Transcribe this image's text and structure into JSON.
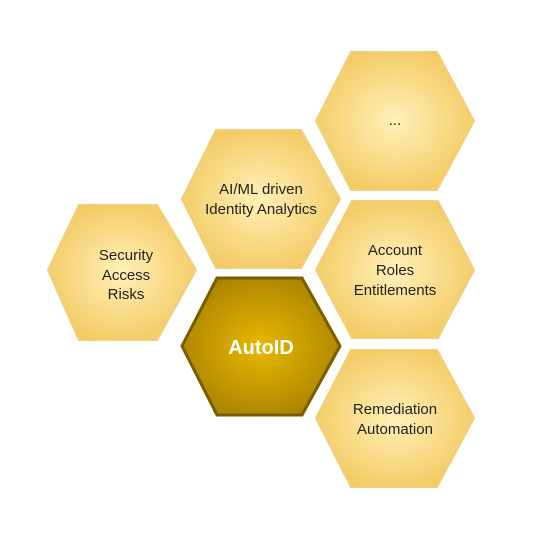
{
  "diagram": {
    "center": {
      "lines": [
        "AutoID"
      ],
      "fill": "#c49a00",
      "stroke": "#7a5c00"
    },
    "hexes": [
      {
        "name": "hex-security",
        "lines": [
          "Security",
          "Access",
          "Risks"
        ]
      },
      {
        "name": "hex-ai-ml",
        "lines": [
          "AI/ML driven",
          "Identity Analytics"
        ]
      },
      {
        "name": "hex-ellipsis",
        "lines": [
          "..."
        ]
      },
      {
        "name": "hex-account",
        "lines": [
          "Account",
          "Roles",
          "Entitlements"
        ]
      },
      {
        "name": "hex-remediation",
        "lines": [
          "Remediation",
          "Automation"
        ]
      }
    ],
    "colors": {
      "hex_fill_light": "#fff1b8",
      "hex_fill_dark": "#f2c65a",
      "hex_stroke": "#f0cf7a",
      "center_fill_light": "#e8b800",
      "center_fill_dark": "#a57f00"
    }
  }
}
